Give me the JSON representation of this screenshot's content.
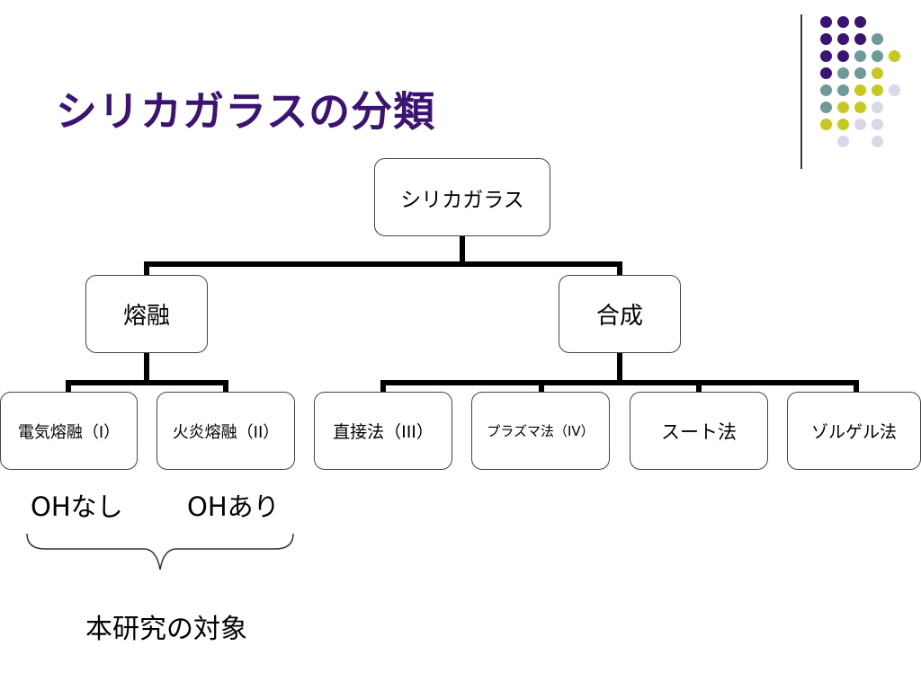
{
  "slide": {
    "title": "シリカガラスの分類"
  },
  "decoration": {
    "dot_colors": {
      "purple": "#3b1473",
      "teal": "#6f9a9a",
      "yellow": "#c8c81e",
      "lavender": "#d9d7ea"
    },
    "divider_color": "#3a3a3a"
  },
  "diagram": {
    "root": "シリカガラス",
    "branches": {
      "melt": "熔融",
      "synth": "合成"
    },
    "leaves": {
      "electric": "電気熔融（I）",
      "flame": "火炎熔融（II）",
      "direct": "直接法（III）",
      "plasma": "プラズマ法（IV）",
      "soot": "スート法",
      "solgel": "ゾルゲル法"
    },
    "notes": {
      "oh_none": "OHなし",
      "oh_present": "OHあり",
      "target": "本研究の対象"
    }
  }
}
